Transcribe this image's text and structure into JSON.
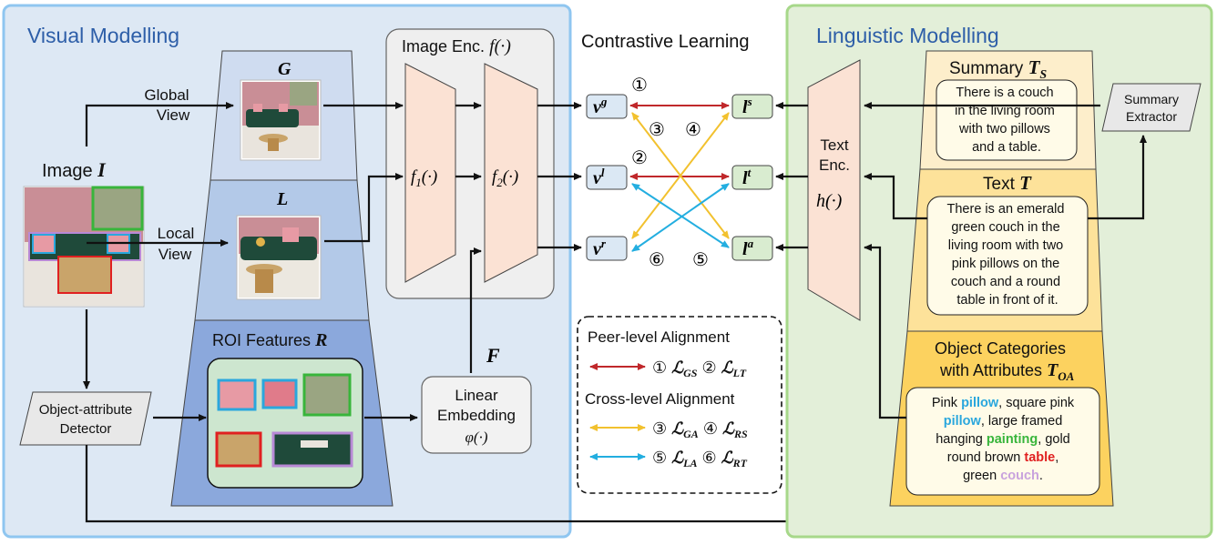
{
  "visual": {
    "title": "Visual Modelling",
    "image_label": "Image",
    "image_symbol": "I",
    "global_view": [
      "Global",
      "View"
    ],
    "local_view": [
      "Local",
      "View"
    ],
    "G": "G",
    "L": "L",
    "roi_label": "ROI Features",
    "roi_symbol": "R",
    "detector": [
      "Object-attribute",
      "Detector"
    ],
    "image_enc_label": "Image Enc.",
    "image_enc_fn": "f(·)",
    "f1": "f",
    "f1_sub": "1",
    "f1_tail": "(·)",
    "f2": "f",
    "f2_sub": "2",
    "f2_tail": "(·)",
    "F_symbol": "F",
    "linear": [
      "Linear",
      "Embedding",
      "φ(·)"
    ]
  },
  "contrastive": {
    "title": "Contrastive Learning",
    "v_nodes": [
      {
        "base": "v",
        "sup": "g"
      },
      {
        "base": "v",
        "sup": "l"
      },
      {
        "base": "v",
        "sup": "r"
      }
    ],
    "l_nodes": [
      {
        "base": "l",
        "sup": "s"
      },
      {
        "base": "l",
        "sup": "t"
      },
      {
        "base": "l",
        "sup": "a"
      }
    ],
    "circled": [
      "①",
      "②",
      "③",
      "④",
      "⑤",
      "⑥"
    ],
    "legend": {
      "peer_title": "Peer-level  Alignment",
      "cross_title": "Cross-level  Alignment",
      "rows": [
        {
          "items": [
            {
              "num": "①",
              "sub": "GS"
            },
            {
              "num": "②",
              "sub": "LT"
            }
          ],
          "color": "#c0282b"
        },
        {
          "items": [
            {
              "num": "③",
              "sub": "GA"
            },
            {
              "num": "④",
              "sub": "RS"
            }
          ],
          "color": "#f2c12e"
        },
        {
          "items": [
            {
              "num": "⑤",
              "sub": "LA"
            },
            {
              "num": "⑥",
              "sub": "RT"
            }
          ],
          "color": "#23aee0"
        }
      ],
      "loss_symbol": "ℒ"
    }
  },
  "linguistic": {
    "title": "Linguistic Modelling",
    "text_enc": [
      "Text",
      "Enc."
    ],
    "text_enc_fn": "h(·)",
    "summary_label": "Summary",
    "summary_symbol": "T",
    "summary_sub": "S",
    "summary_text": [
      "There is a couch",
      "in the living room",
      "with two pillows",
      "and a table."
    ],
    "summary_extractor": [
      "Summary",
      "Extractor"
    ],
    "text_label": "Text",
    "text_symbol": "T",
    "text_body": [
      "There is an emerald",
      "green couch in the",
      "living room with two",
      "pink pillows on the",
      "couch and a round",
      "table in front of it."
    ],
    "objects_label": [
      "Object Categories",
      "with Attributes"
    ],
    "objects_symbol": "T",
    "objects_sub": "OA",
    "objects_lines": [
      [
        {
          "t": "Pink ",
          "c": "#111111"
        },
        {
          "t": "pillow",
          "c": "#2aa7dd"
        },
        {
          "t": ", square pink",
          "c": "#111111"
        }
      ],
      [
        {
          "t": "pillow",
          "c": "#2aa7dd"
        },
        {
          "t": ", large framed",
          "c": "#111111"
        }
      ],
      [
        {
          "t": "hanging ",
          "c": "#111111"
        },
        {
          "t": "painting",
          "c": "#38b53b"
        },
        {
          "t": ", gold",
          "c": "#111111"
        }
      ],
      [
        {
          "t": "round brown ",
          "c": "#111111"
        },
        {
          "t": "table",
          "c": "#e02020"
        },
        {
          "t": ",",
          "c": "#111111"
        }
      ],
      [
        {
          "t": "green ",
          "c": "#111111"
        },
        {
          "t": "couch",
          "c": "#c9a3dd"
        },
        {
          "t": ".",
          "c": "#111111"
        }
      ]
    ]
  },
  "colors": {
    "visual_bg": "#dde8f4",
    "visual_border": "#8fc6f0",
    "ling_bg": "#e3efd9",
    "ling_border": "#a7d88a",
    "peer": "#c0282b",
    "cross_yellow": "#f2c12e",
    "cross_blue": "#23aee0"
  }
}
